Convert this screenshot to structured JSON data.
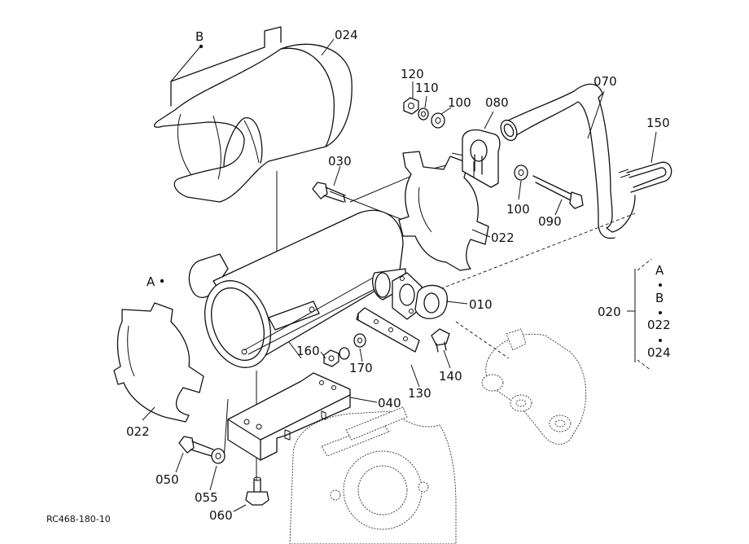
{
  "figure": {
    "ref_code": "RC468-180-10",
    "callouts": {
      "p024": "024",
      "p120": "120",
      "p110": "110",
      "p100a": "100",
      "p080": "080",
      "p070": "070",
      "p150": "150",
      "p030": "030",
      "p100b": "100",
      "p090": "090",
      "p022a": "022",
      "p010": "010",
      "p160": "160",
      "p170": "170",
      "p140": "140",
      "p130": "130",
      "p040": "040",
      "p022b": "022",
      "p050": "050",
      "p055": "055",
      "p060": "060"
    },
    "markers": {
      "a": "A",
      "b": "B"
    },
    "assembly": {
      "number": "020",
      "items": [
        "A",
        "B",
        "022",
        "024"
      ]
    }
  }
}
